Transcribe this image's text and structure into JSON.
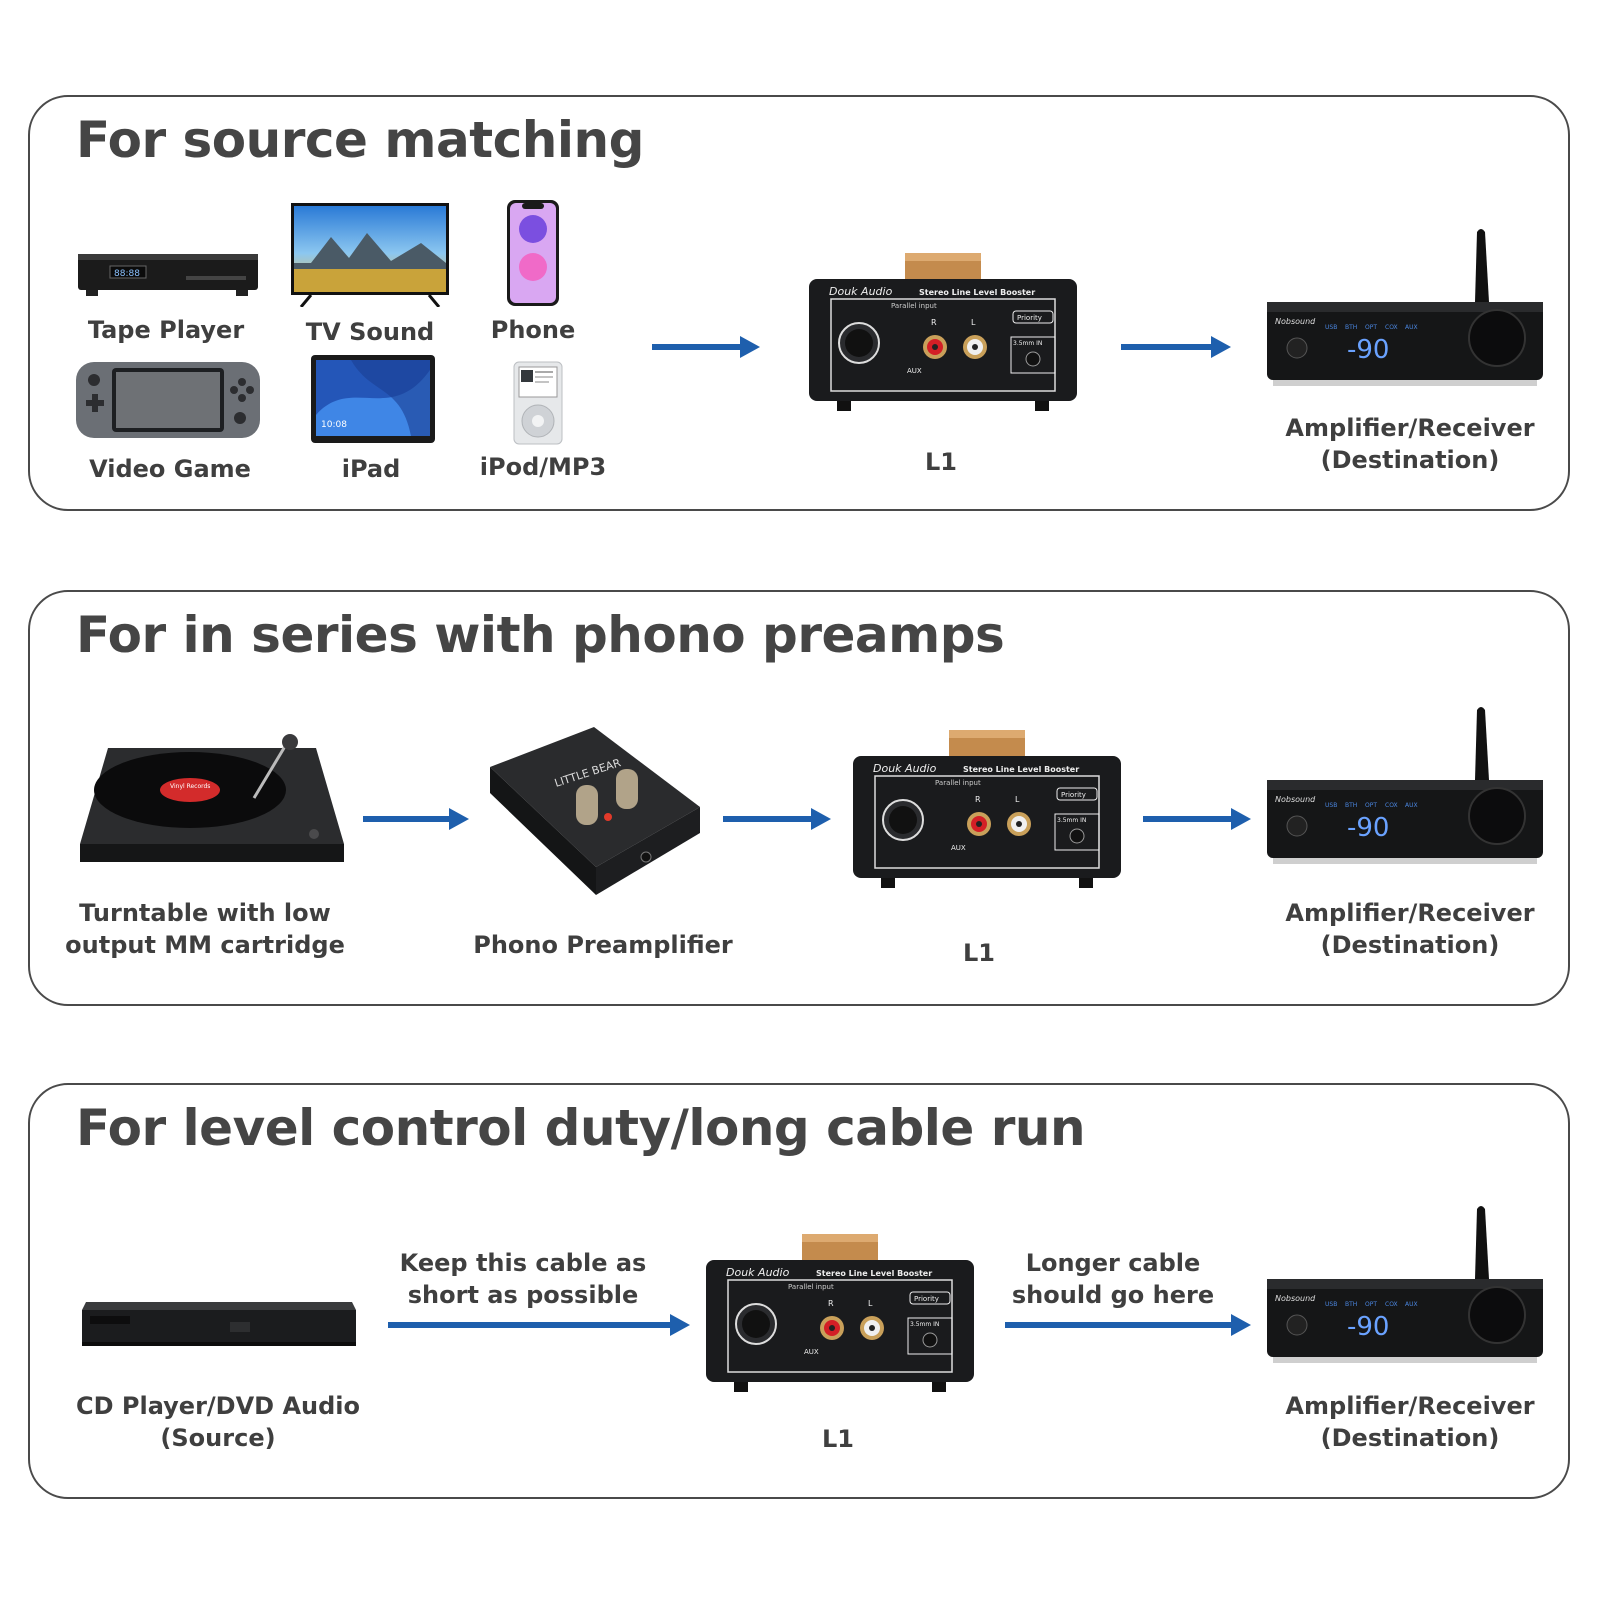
{
  "panels": [
    {
      "title": "For source matching",
      "sources": [
        {
          "label": "Tape Player",
          "icon": "tape-player-icon"
        },
        {
          "label": "TV Sound",
          "icon": "tv-icon"
        },
        {
          "label": "Phone",
          "icon": "phone-icon"
        },
        {
          "label": "Video Game",
          "icon": "game-console-icon"
        },
        {
          "label": "iPad",
          "icon": "tablet-icon"
        },
        {
          "label": "iPod/MP3",
          "icon": "ipod-icon"
        }
      ],
      "booster_label": "L1",
      "destination_label": "Amplifier/Receiver\n(Destination)"
    },
    {
      "title": "For in series with phono preamps",
      "source_label": "Turntable with low\noutput MM cartridge",
      "preamp_label": "Phono Preamplifier",
      "booster_label": "L1",
      "destination_label": "Amplifier/Receiver\n(Destination)"
    },
    {
      "title": "For level control duty/long cable run",
      "source_label": "CD Player/DVD Audio\n(Source)",
      "short_cable_note": "Keep this cable as\nshort as possible",
      "long_cable_note": "Longer cable\nshould go here",
      "booster_label": "L1",
      "destination_label": "Amplifier/Receiver\n(Destination)"
    }
  ],
  "device_text": {
    "booster_brand": "Douk Audio",
    "booster_model": "L1",
    "booster_name": "Stereo Line Level Booster",
    "booster_parallel": "Parallel input",
    "booster_priority": "Priority",
    "booster_jack": "3.5mm IN",
    "booster_aux": "AUX",
    "booster_r": "R",
    "booster_l": "L",
    "amp_brand": "Nobsound",
    "amp_display": "-90",
    "amp_inputs": [
      "USB",
      "BTH",
      "OPT",
      "COX",
      "AUX"
    ],
    "preamp_brand": "LITTLE BEAR",
    "turntable_record": "Vinyl Records",
    "ipad_time": "10:08"
  },
  "colors": {
    "arrow": "#1e5fad",
    "border": "#4a4a4a",
    "text": "#3f3f3f"
  }
}
